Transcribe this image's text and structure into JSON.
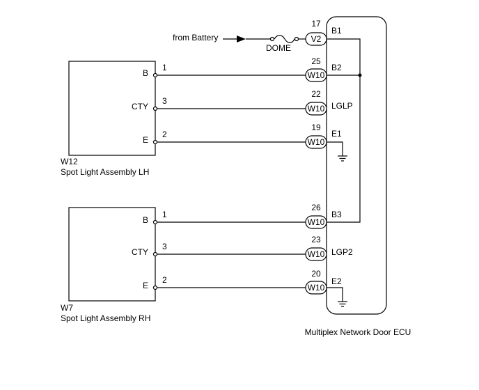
{
  "battery_label": "from Battery",
  "fuse_label": "DOME",
  "lh": {
    "code": "W12",
    "name": "Spot Light Assembly LH",
    "pins": [
      {
        "name": "B",
        "num": "1"
      },
      {
        "name": "CTY",
        "num": "3"
      },
      {
        "name": "E",
        "num": "2"
      }
    ]
  },
  "rh": {
    "code": "W7",
    "name": "Spot Light Assembly RH",
    "pins": [
      {
        "name": "B",
        "num": "1"
      },
      {
        "name": "CTY",
        "num": "3"
      },
      {
        "name": "E",
        "num": "2"
      }
    ]
  },
  "ecu": {
    "name": "Multiplex Network Door ECU",
    "terminals": [
      {
        "num": "17",
        "connector": "V2",
        "name": "B1"
      },
      {
        "num": "25",
        "connector": "W10",
        "name": "B2"
      },
      {
        "num": "22",
        "connector": "W10",
        "name": "LGLP"
      },
      {
        "num": "19",
        "connector": "W10",
        "name": "E1"
      },
      {
        "num": "26",
        "connector": "W10",
        "name": "B3"
      },
      {
        "num": "23",
        "connector": "W10",
        "name": "LGP2"
      },
      {
        "num": "20",
        "connector": "W10",
        "name": "E2"
      }
    ]
  }
}
